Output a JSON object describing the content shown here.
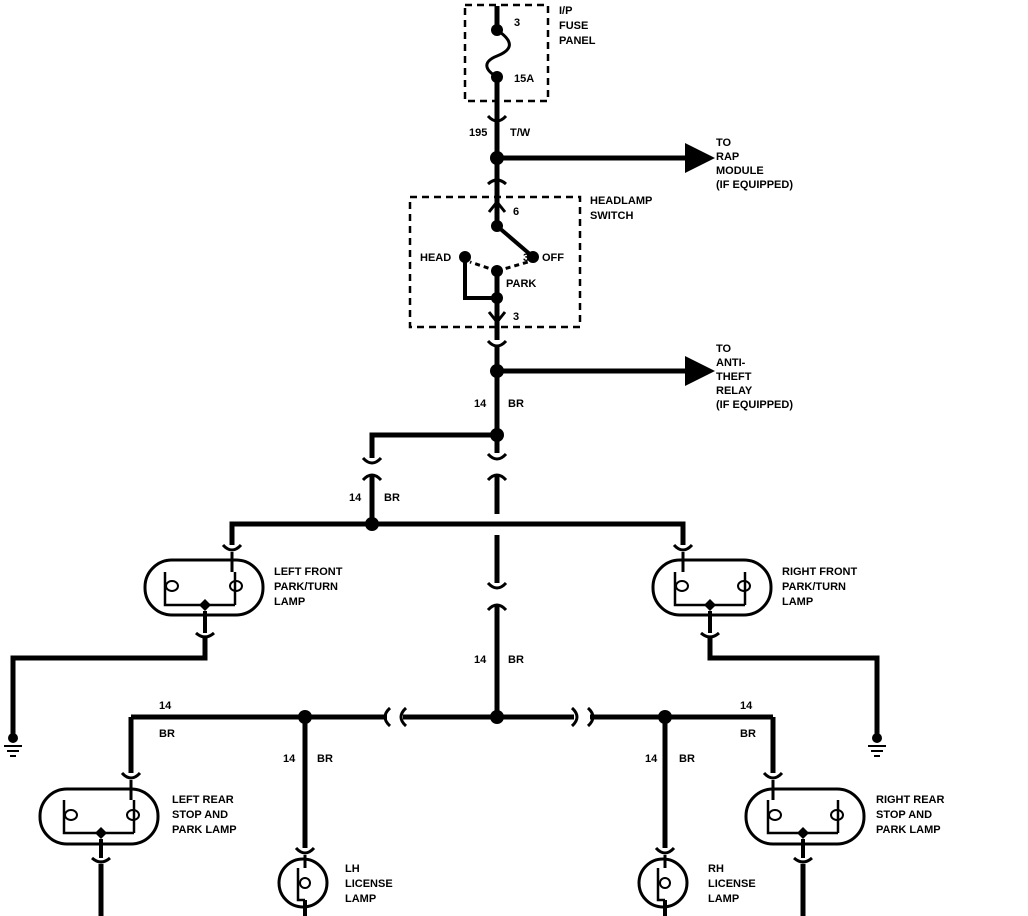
{
  "components": {
    "fuse_panel": {
      "label_lines": [
        "I/P",
        "FUSE",
        "PANEL"
      ],
      "pin_top": "3",
      "rating": "15A"
    },
    "headlamp_switch": {
      "label_lines": [
        "HEADLAMP",
        "SWITCH"
      ],
      "pin_in": "6",
      "pin_out": "3",
      "pos_head": "HEAD",
      "pos_off": "OFF",
      "pos_park": "PARK",
      "pos_mid": "3"
    },
    "rap_module": {
      "label_lines": [
        "TO",
        "RAP",
        "MODULE",
        "(IF EQUIPPED)"
      ]
    },
    "anti_theft": {
      "label_lines": [
        "TO",
        "ANTI-",
        "THEFT",
        "RELAY",
        "(IF EQUIPPED)"
      ]
    },
    "left_front_lamp": {
      "label_lines": [
        "LEFT FRONT",
        "PARK/TURN",
        "LAMP"
      ]
    },
    "right_front_lamp": {
      "label_lines": [
        "RIGHT FRONT",
        "PARK/TURN",
        "LAMP"
      ]
    },
    "left_rear_lamp": {
      "label_lines": [
        "LEFT REAR",
        "STOP AND",
        "PARK LAMP"
      ]
    },
    "right_rear_lamp": {
      "label_lines": [
        "RIGHT REAR",
        "STOP AND",
        "PARK LAMP"
      ]
    },
    "lh_license_lamp": {
      "label_lines": [
        "LH",
        "LICENSE",
        "LAMP"
      ]
    },
    "rh_license_lamp": {
      "label_lines": [
        "RH",
        "LICENSE",
        "LAMP"
      ]
    }
  },
  "wires": {
    "fuse_out": {
      "circuit": "195",
      "color": "T/W"
    },
    "switch_out": {
      "circuit": "14",
      "color": "BR"
    },
    "front_branch": {
      "circuit": "14",
      "color": "BR"
    },
    "rear_trunk": {
      "circuit": "14",
      "color": "BR"
    },
    "left_rear_feed": {
      "circuit": "14",
      "color": "BR"
    },
    "right_rear_feed": {
      "circuit": "14",
      "color": "BR"
    },
    "lh_license_feed": {
      "circuit": "14",
      "color": "BR"
    },
    "rh_license_feed": {
      "circuit": "14",
      "color": "BR"
    }
  },
  "colors": {
    "ink": "#000000",
    "background": "#ffffff"
  }
}
